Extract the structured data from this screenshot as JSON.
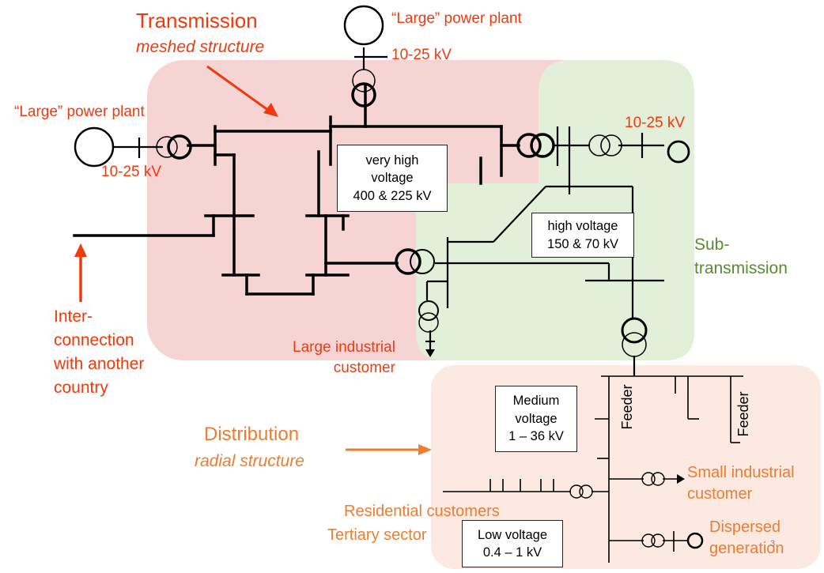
{
  "regions": {
    "transmission": {
      "title": "Transmission",
      "subtitle": "meshed structure"
    },
    "subtransmission": {
      "title_line1": "Sub-",
      "title_line2": "transmission"
    },
    "distribution": {
      "title": "Distribution",
      "subtitle": "radial structure"
    }
  },
  "labels": {
    "large_plant_top": "“Large” power  plant",
    "large_plant_left": "“Large” power  plant",
    "kv_top": "10-25 kV",
    "kv_left": "10-25 kV",
    "kv_right": "10-25 kV",
    "interconnection": [
      "Inter-",
      "connection",
      "with another",
      "country"
    ],
    "large_industrial": [
      "Large industrial",
      "customer"
    ],
    "small_industrial": [
      "Small industrial",
      "customer"
    ],
    "residential": "Residential customers",
    "tertiary": "Tertiary sector",
    "dispersed": [
      "Dispersed",
      "generation"
    ],
    "feeder_left": "Feeder",
    "feeder_right": "Feeder",
    "page_number": "3"
  },
  "voltage_boxes": {
    "very_high": [
      "very high",
      "voltage",
      "400 & 225 kV"
    ],
    "high": [
      "high voltage",
      "150 & 70 kV"
    ],
    "medium": [
      "Medium",
      "voltage",
      "1 – 36 kV"
    ],
    "low": [
      "Low voltage",
      "0.4 – 1 kV"
    ]
  },
  "colors": {
    "transmission_zone": "#f6d4d4",
    "subtransmission_zone": "#e2efd9",
    "distribution_zone": "#fbe9e2",
    "transmission_text": "#f03a0e",
    "distribution_text": "#ec7d31",
    "subtransmission_text": "#5a8a32"
  }
}
